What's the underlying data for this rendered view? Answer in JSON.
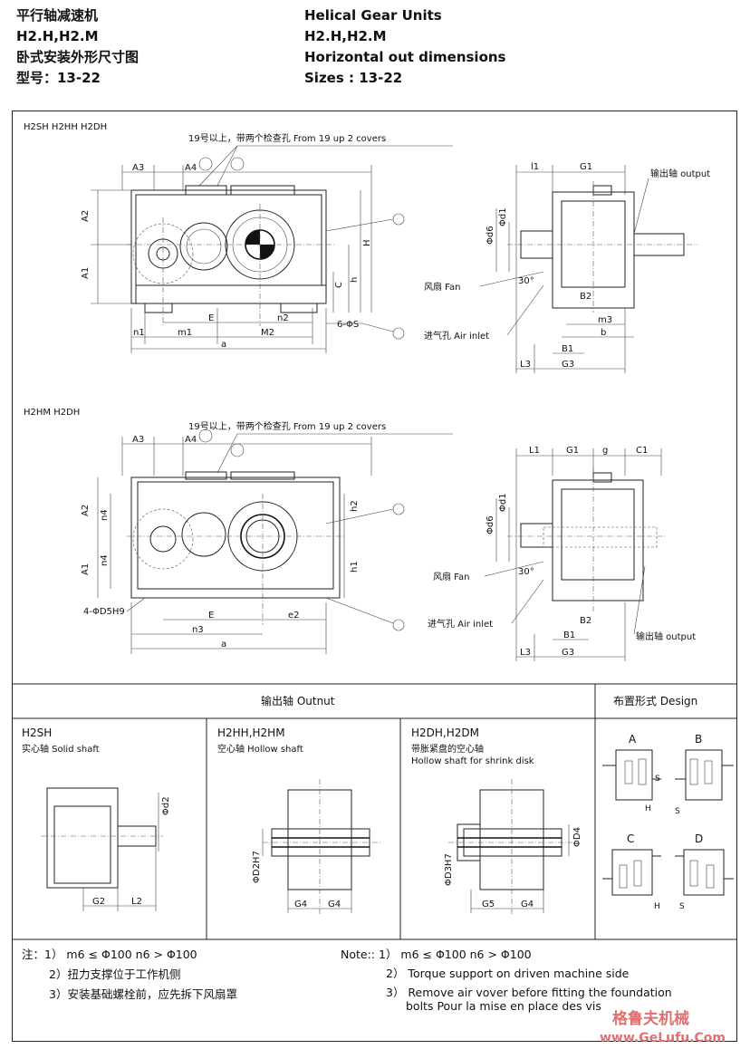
{
  "header": {
    "left": [
      "平行轴减速机",
      "H2.H,H2.M",
      "卧式安装外形尺寸图",
      "型号：13-22"
    ],
    "right": [
      "Helical Gear Units",
      "H2.H,H2.M",
      "Horizontal out dimensions",
      "Sizes : 13-22"
    ]
  },
  "view1": {
    "title": "H2SH   H2HH   H2DH",
    "cover_note": "19号以上，带两个检查孔   From 19 up 2 covers",
    "dims": [
      "A3",
      "A4",
      "A2",
      "A1",
      "H",
      "h",
      "C",
      "E",
      "n2",
      "6-ΦS",
      "n1",
      "m1",
      "M2",
      "a"
    ],
    "side_dims": [
      "l1",
      "G1",
      "Φd6",
      "Φd1",
      "30°",
      "B2",
      "m3",
      "b",
      "B1",
      "L3",
      "G3"
    ],
    "output": "输出轴  output",
    "fan": "风扇  Fan",
    "air": "进气孔  Air inlet"
  },
  "view2": {
    "title": "H2HM   H2DH",
    "cover_note": "19号以上，带两个检查孔   From 19 up 2 covers",
    "dims": [
      "A3",
      "A4",
      "A2",
      "A1",
      "n4",
      "n4",
      "h2",
      "h1",
      "4-ΦD5H9",
      "E",
      "e2",
      "n3",
      "a"
    ],
    "side_dims": [
      "L1",
      "G1",
      "g",
      "C1",
      "Φd6",
      "Φd1",
      "30°",
      "B2",
      "B1",
      "L3",
      "G3"
    ],
    "fan": "风扇  Fan",
    "air": "进气孔  Air inlet",
    "output": "输出轴  output"
  },
  "table": {
    "output_header": "输出轴  Outnut",
    "design_header": "布置形式  Design",
    "cols": [
      {
        "code": "H2SH",
        "desc": "实心轴  Solid shaft",
        "dims": [
          "Φd2",
          "G2",
          "L2"
        ]
      },
      {
        "code": "H2HH,H2HM",
        "desc": "空心轴  Hollow shaft",
        "dims": [
          "ΦD2H7",
          "G4",
          "G4"
        ]
      },
      {
        "code": "H2DH,H2DM",
        "desc": "带胀紧盘的空心轴",
        "desc2": "Hollow shaft for shrink disk",
        "dims": [
          "ΦD4",
          "ΦD3H7",
          "G5",
          "G4"
        ]
      }
    ],
    "designs": [
      "A",
      "B",
      "C",
      "D"
    ],
    "design_marks": [
      "S",
      "H"
    ]
  },
  "notes": {
    "cn": [
      "注：1） m6 ≤ Φ100  n6 > Φ100",
      "2）扭力支撑位于工作机侧",
      "3）安装基础螺栓前，应先拆下风扇罩"
    ],
    "en": [
      "Note::  1）  m6 ≤ Φ100  n6 > Φ100",
      "2）  Torque support on driven machine side",
      "3）  Remove air vover before fitting the foundation",
      "bolts Pour la mise en place des vis"
    ]
  },
  "watermark": {
    "cn": "格鲁夫机械",
    "url": "www.GeLufu.Com",
    "color": "#e07070"
  }
}
